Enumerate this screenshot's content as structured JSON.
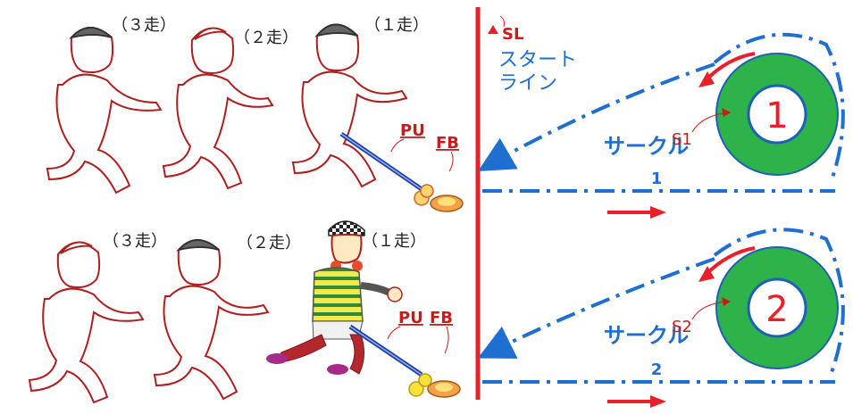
{
  "rows": [
    {
      "runner_labels": [
        "（３走）",
        "（２走）",
        "（１走）"
      ],
      "pu_label": "PU",
      "fb_label": "FB",
      "circle_number": "1",
      "circle_label": "サークル",
      "circle_marker": "S1",
      "lane_number": "1"
    },
    {
      "runner_labels": [
        "（３走）",
        "（２走）",
        "（１走）"
      ],
      "pu_label": "PU",
      "fb_label": "FB",
      "circle_number": "2",
      "circle_label": "サークル",
      "circle_marker": "S2",
      "lane_number": "2"
    }
  ],
  "start_line": {
    "code": "SL",
    "label_line1": "スタート",
    "label_line2": "ライン"
  },
  "colors": {
    "figure_outline": "#b01e1e",
    "start_line": "#e8202a",
    "path_blue": "#1f6fd0",
    "circle_green": "#2db34a",
    "circle_border": "#1f5fb8",
    "number_red": "#e8202a",
    "label_blue": "#1f6fd0",
    "label_red": "#cc1a1a"
  }
}
